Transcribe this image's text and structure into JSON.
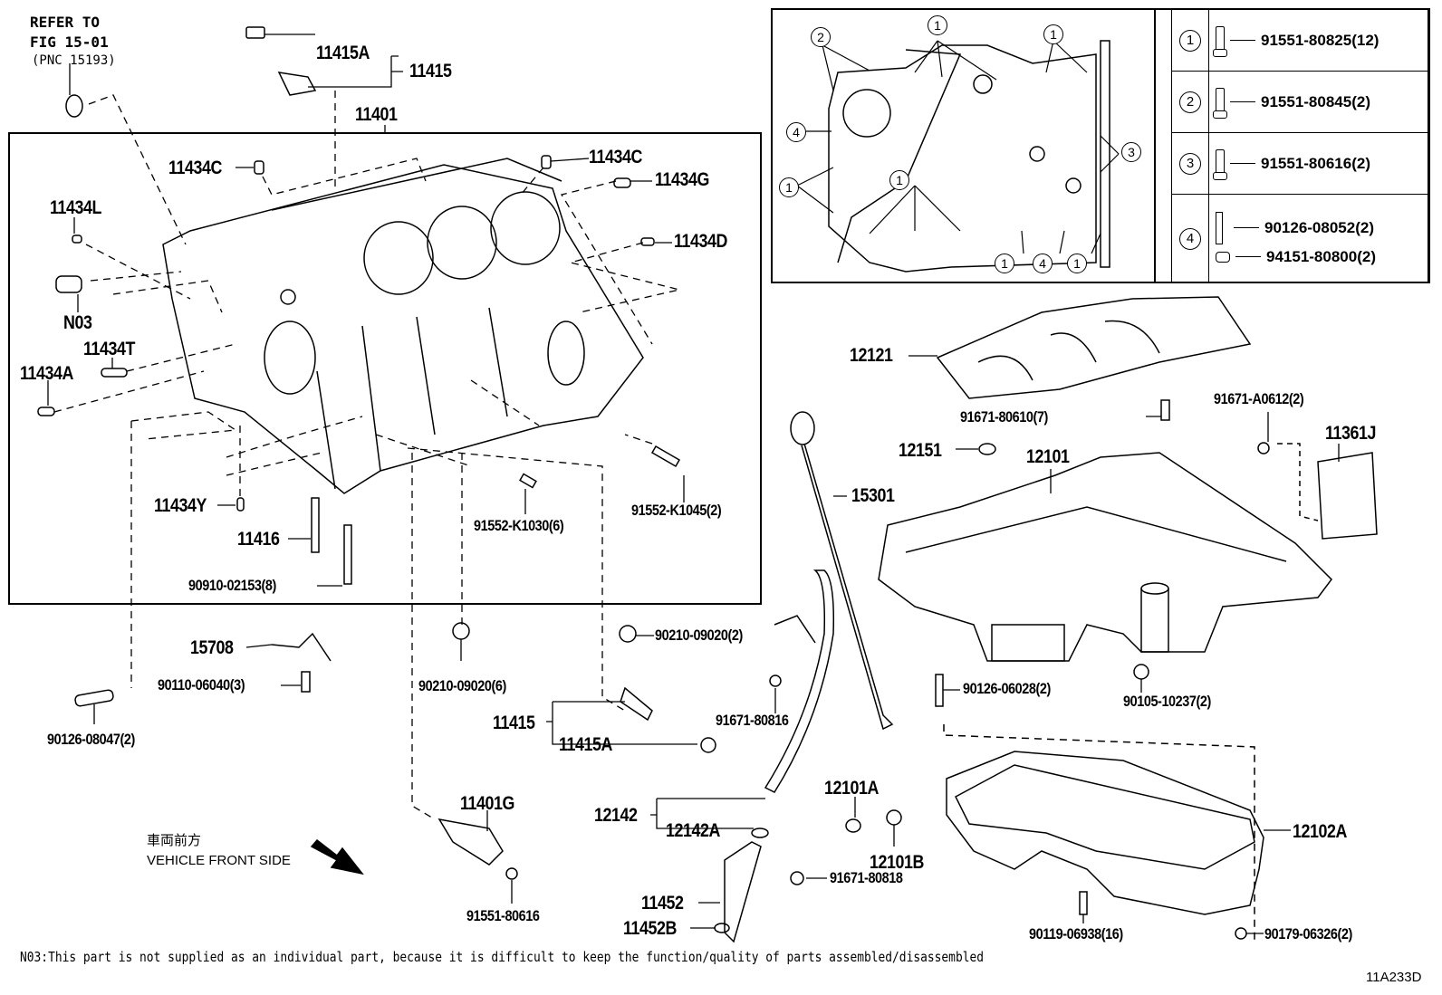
{
  "refer_note": {
    "line1": "REFER TO",
    "line2": "FIG 15-01",
    "line3": "(PNC 15193)"
  },
  "parts": {
    "p11415A_top": "11415A",
    "p11415_top": "11415",
    "p11401": "11401",
    "p11434C_left": "11434C",
    "p11434C_right": "11434C",
    "p11434G": "11434G",
    "p11434L": "11434L",
    "p11434D": "11434D",
    "pN03": "N03",
    "p11434T": "11434T",
    "p11434A": "11434A",
    "p11434Y": "11434Y",
    "p11416": "11416",
    "p90910": "90910-02153(8)",
    "p91552_K1030": "91552-K1030(6)",
    "p91552_K1045": "91552-K1045(2)",
    "p15708": "15708",
    "p90110": "90110-06040(3)",
    "p90126_08047": "90126-08047(2)",
    "p90210_6": "90210-09020(6)",
    "p90210_2": "90210-09020(2)",
    "p11415_bot": "11415",
    "p11415A_bot": "11415A",
    "p11401G": "11401G",
    "p91551_80616": "91551-80616",
    "p91671_80816": "91671-80816",
    "p12142": "12142",
    "p12142A": "12142A",
    "p11452": "11452",
    "p11452B": "11452B",
    "p91671_80818": "91671-80818",
    "p12101A": "12101A",
    "p12101B": "12101B",
    "p12121": "12121",
    "p91671_80610": "91671-80610(7)",
    "p91671_A0612": "91671-A0612(2)",
    "p11361J": "11361J",
    "p12151": "12151",
    "p12101": "12101",
    "p15301": "15301",
    "p90126_06028": "90126-06028(2)",
    "p90105": "90105-10237(2)",
    "p12102A": "12102A",
    "p90119": "90119-06938(16)",
    "p90179": "90179-06326(2)"
  },
  "inset_callouts": {
    "c1": "1",
    "c2": "2",
    "c3": "3",
    "c4": "4"
  },
  "legend": [
    {
      "num": "1",
      "parts": [
        "91551-80825(12)"
      ]
    },
    {
      "num": "2",
      "parts": [
        "91551-80845(2)"
      ]
    },
    {
      "num": "3",
      "parts": [
        "91551-80616(2)"
      ]
    },
    {
      "num": "4",
      "parts": [
        "90126-08052(2)",
        "94151-80800(2)"
      ]
    }
  ],
  "vehicle_front": {
    "jp": "車両前方",
    "en": "VEHICLE FRONT SIDE"
  },
  "footnote": "N03:This part is not supplied as an individual part, because it is difficult to keep the function/quality of parts assembled/disassembled",
  "figure_id": "11A233D"
}
